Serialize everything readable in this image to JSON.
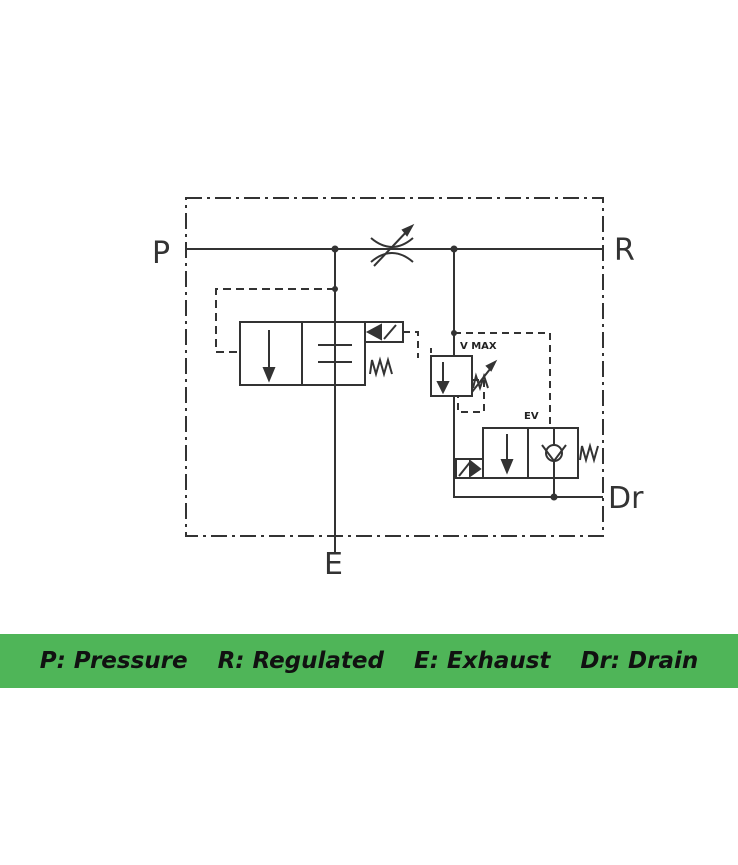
{
  "colors": {
    "line": "#333333",
    "legend_bar": "#4fb558",
    "legend_text": "#111111",
    "background": "#ffffff"
  },
  "ports": {
    "pressure": "P",
    "regulated": "R",
    "exhaust": "E",
    "drain": "Dr"
  },
  "component_labels": {
    "max_valve": "V MAX",
    "solenoid_valve": "EV"
  },
  "legend": [
    "P: Pressure",
    "R: Regulated",
    "E: Exhaust",
    "Dr: Drain"
  ]
}
